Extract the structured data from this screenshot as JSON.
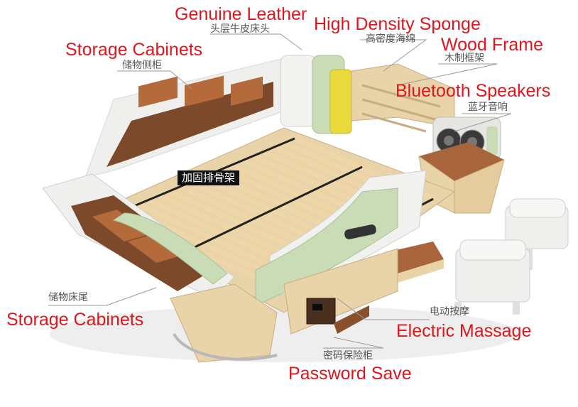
{
  "labels": {
    "genuine_leather": {
      "en": "Genuine Leather",
      "zh": "头层牛皮床头"
    },
    "high_density_sponge": {
      "en": "High Density Sponge",
      "zh": "高密度海绵"
    },
    "wood_frame": {
      "en": "Wood Frame",
      "zh": "木制框架"
    },
    "storage_cabinets_top": {
      "en": "Storage Cabinets",
      "zh": "储物侧柜"
    },
    "bluetooth_speakers": {
      "en": "Bluetooth Speakers",
      "zh": "蓝牙音响"
    },
    "slat_frame": {
      "zh": "加固排骨架"
    },
    "storage_cabinets_bottom": {
      "en": "Storage Cabinets",
      "zh": "储物床尾"
    },
    "electric_massage": {
      "en": "Electric Massage",
      "zh": "电动按摩"
    },
    "password_save": {
      "en": "Password Save",
      "zh": "密码保险柜"
    }
  },
  "colors": {
    "label_red": "#e0161c",
    "leather_white": "#f1f1ef",
    "leather_green": "#c9dcb6",
    "sponge_yellow": "#e9d93b",
    "wood": "#e9d3a8",
    "wood_dark": "#8a4f2c",
    "slat": "#efd6a6"
  }
}
